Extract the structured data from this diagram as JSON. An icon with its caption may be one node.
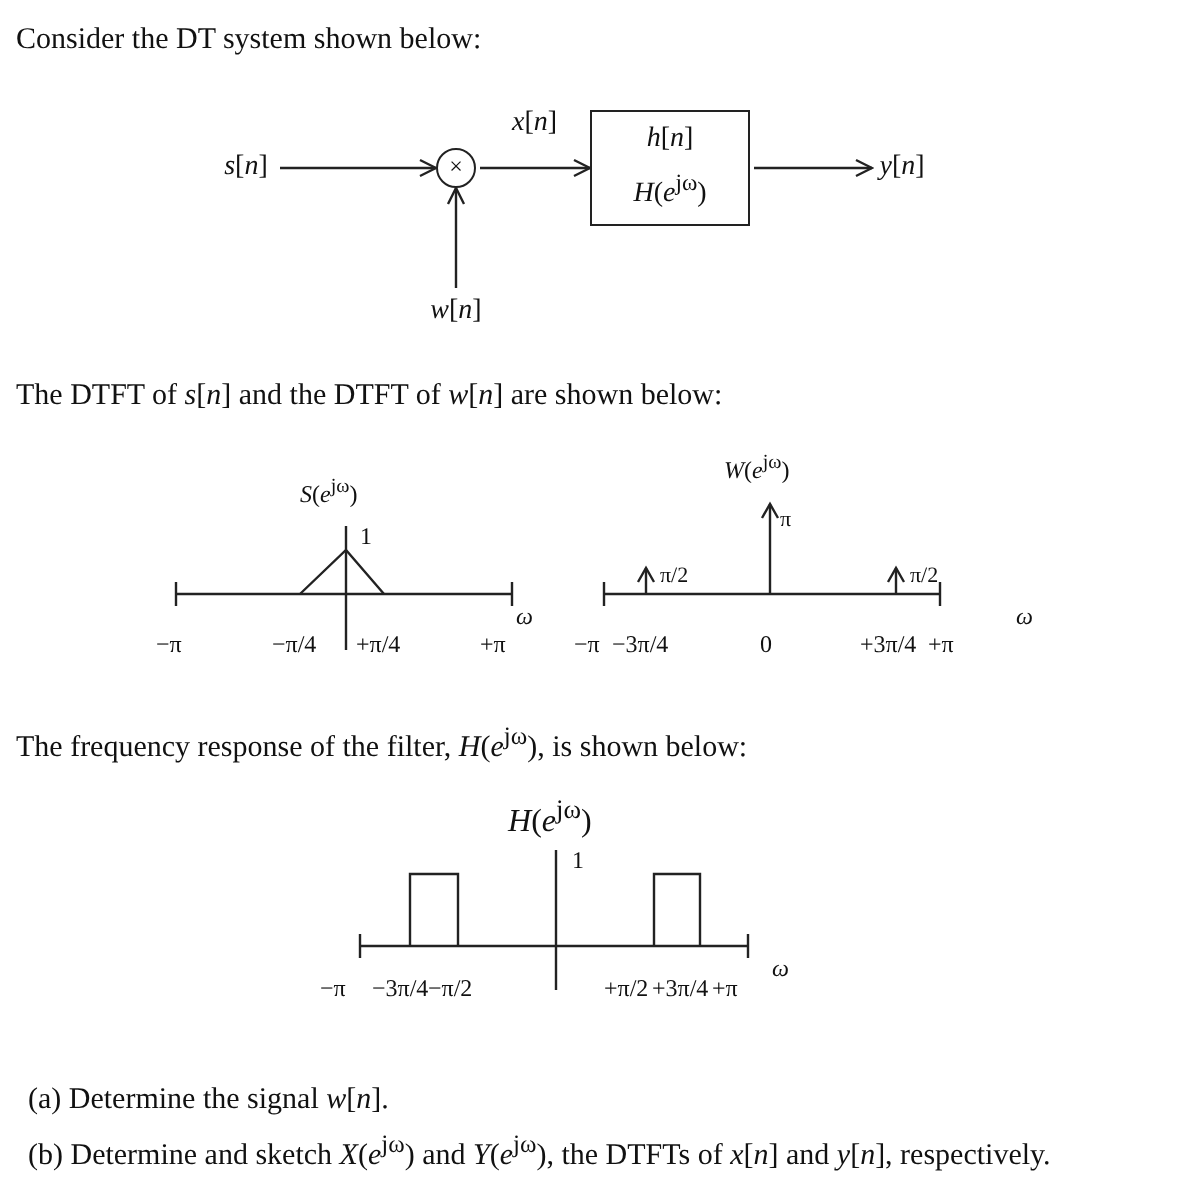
{
  "diagram": {
    "nodes": [
      {
        "text": [
          "*s*[*n*]"
        ]
      },
      {
        "text": [
          "×"
        ]
      },
      {
        "text": [
          "*h*[*n*]",
          "*H*(*e*$^{jω}$)"
        ]
      },
      {
        "text": [
          "*y*[*n*]"
        ]
      },
      {
        "text": [
          "*w*[*n*]"
        ]
      }
    ],
    "edges": [
      {
        "from": 0,
        "to": 1,
        "arrow": "to"
      },
      {
        "from": 4,
        "to": 1,
        "arrow": "to"
      },
      {
        "from": 1,
        "to": 2,
        "arrow": "to",
        "label": "*x*[*n*]"
      },
      {
        "from": 2,
        "to": 3,
        "arrow": "to"
      }
    ],
    "labels": [
      "Consider the DT system shown below:",
      "The DTFT of *s*[*n*] and the DTFT of *w*[*n*] are shown below:",
      "*S*(*e*$^{jω}$)",
      "1",
      "*ω*",
      "−π",
      "−π/4",
      "+π/4",
      "+π",
      "*W*(*e*$^{jω}$)",
      "π",
      "π/2",
      "π/2",
      "*ω*",
      "−π",
      "−3π/4",
      "0",
      "+3π/4",
      "+π",
      "The frequency response of the filter, *H*(*e*$^{jω}$), is shown below:",
      "*H*(*e*$^{jω}$)",
      "1",
      "*ω*",
      "−π",
      "−3π/4",
      "−π/2",
      "+π/2",
      "+3π/4",
      "+π",
      "(a) Determine the signal *w*[*n*].",
      "(b) Determine and sketch *X*(*e*$^{jω}$) and *Y*(*e*$^{jω}$), the DTFTs of *x*[*n*] and *y*[*n*], respectively."
    ]
  }
}
